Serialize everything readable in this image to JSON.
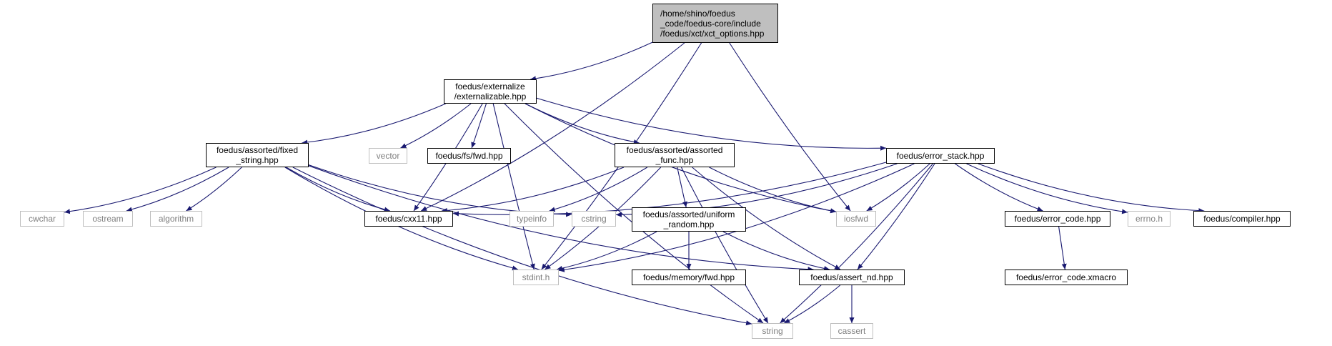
{
  "graph": {
    "nodes": [
      {
        "id": "root",
        "label": "/home/shino/foedus\n_code/foedus-core/include\n/foedus/xct/xct_options.hpp",
        "kind": "root"
      },
      {
        "id": "ext",
        "label": "foedus/externalize\n/externalizable.hpp",
        "kind": "file"
      },
      {
        "id": "fixstr",
        "label": "foedus/assorted/fixed\n_string.hpp",
        "kind": "file"
      },
      {
        "id": "vector",
        "label": "vector",
        "kind": "sys"
      },
      {
        "id": "fsfwd",
        "label": "foedus/fs/fwd.hpp",
        "kind": "file"
      },
      {
        "id": "afunc",
        "label": "foedus/assorted/assorted\n_func.hpp",
        "kind": "file"
      },
      {
        "id": "estack",
        "label": "foedus/error_stack.hpp",
        "kind": "file"
      },
      {
        "id": "cwchar",
        "label": "cwchar",
        "kind": "sys"
      },
      {
        "id": "ostream",
        "label": "ostream",
        "kind": "sys"
      },
      {
        "id": "algorithm",
        "label": "algorithm",
        "kind": "sys"
      },
      {
        "id": "cxx11",
        "label": "foedus/cxx11.hpp",
        "kind": "file"
      },
      {
        "id": "typeinfo",
        "label": "typeinfo",
        "kind": "sys"
      },
      {
        "id": "cstring",
        "label": "cstring",
        "kind": "sys"
      },
      {
        "id": "urandom",
        "label": "foedus/assorted/uniform\n_random.hpp",
        "kind": "file"
      },
      {
        "id": "iosfwd",
        "label": "iosfwd",
        "kind": "sys"
      },
      {
        "id": "ecode",
        "label": "foedus/error_code.hpp",
        "kind": "file"
      },
      {
        "id": "errno",
        "label": "errno.h",
        "kind": "sys"
      },
      {
        "id": "compiler",
        "label": "foedus/compiler.hpp",
        "kind": "file"
      },
      {
        "id": "stdint",
        "label": "stdint.h",
        "kind": "sys"
      },
      {
        "id": "memfwd",
        "label": "foedus/memory/fwd.hpp",
        "kind": "file"
      },
      {
        "id": "assertnd",
        "label": "foedus/assert_nd.hpp",
        "kind": "file"
      },
      {
        "id": "ecodex",
        "label": "foedus/error_code.xmacro",
        "kind": "file"
      },
      {
        "id": "string",
        "label": "string",
        "kind": "sys"
      },
      {
        "id": "cassert",
        "label": "cassert",
        "kind": "sys"
      }
    ],
    "edges": [
      [
        "root",
        "ext"
      ],
      [
        "root",
        "cxx11"
      ],
      [
        "root",
        "iosfwd"
      ],
      [
        "root",
        "stdint"
      ],
      [
        "ext",
        "string"
      ],
      [
        "ext",
        "stdint"
      ],
      [
        "ext",
        "fixstr"
      ],
      [
        "ext",
        "vector"
      ],
      [
        "ext",
        "fsfwd"
      ],
      [
        "ext",
        "cxx11"
      ],
      [
        "ext",
        "afunc"
      ],
      [
        "ext",
        "iosfwd"
      ],
      [
        "ext",
        "estack"
      ],
      [
        "fixstr",
        "cwchar"
      ],
      [
        "fixstr",
        "ostream"
      ],
      [
        "fixstr",
        "algorithm"
      ],
      [
        "fixstr",
        "cxx11"
      ],
      [
        "fixstr",
        "cstring"
      ],
      [
        "fixstr",
        "string"
      ],
      [
        "fixstr",
        "stdint"
      ],
      [
        "fixstr",
        "assertnd"
      ],
      [
        "afunc",
        "cxx11"
      ],
      [
        "afunc",
        "stdint"
      ],
      [
        "afunc",
        "typeinfo"
      ],
      [
        "afunc",
        "urandom"
      ],
      [
        "afunc",
        "iosfwd"
      ],
      [
        "afunc",
        "string"
      ],
      [
        "afunc",
        "assertnd"
      ],
      [
        "estack",
        "cxx11"
      ],
      [
        "estack",
        "cstring"
      ],
      [
        "estack",
        "iosfwd"
      ],
      [
        "estack",
        "stdint"
      ],
      [
        "estack",
        "assertnd"
      ],
      [
        "estack",
        "string"
      ],
      [
        "estack",
        "ecode"
      ],
      [
        "estack",
        "errno"
      ],
      [
        "estack",
        "compiler"
      ],
      [
        "urandom",
        "stdint"
      ],
      [
        "urandom",
        "memfwd"
      ],
      [
        "urandom",
        "assertnd"
      ],
      [
        "ecode",
        "ecodex"
      ],
      [
        "assertnd",
        "string"
      ],
      [
        "assertnd",
        "cassert"
      ]
    ],
    "colors": {
      "edge": "#191970",
      "node_border": "#000000",
      "sys_border": "#bfbfbf",
      "sys_text": "#7f7f7f",
      "root_fill": "#bfbfbf"
    }
  }
}
